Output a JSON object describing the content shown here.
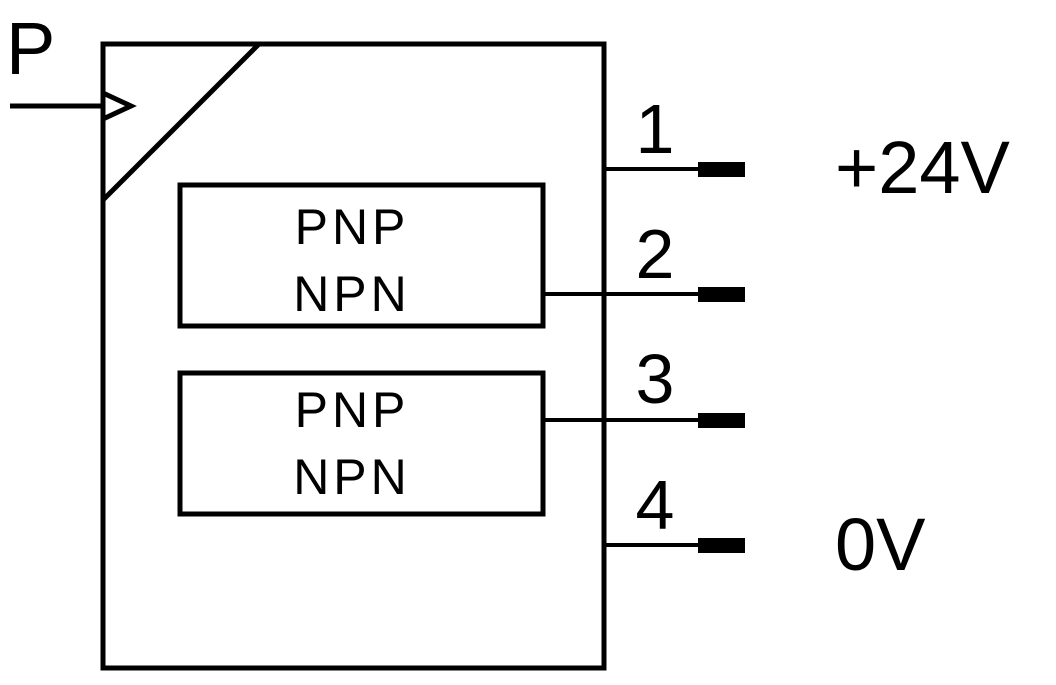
{
  "input": {
    "label": "P"
  },
  "outputs": [
    {
      "label": "PNP",
      "label2": "NPN"
    },
    {
      "label": "PNP",
      "label2": "NPN"
    }
  ],
  "pins": [
    {
      "number": "1",
      "signal": "+24V"
    },
    {
      "number": "2",
      "signal": ""
    },
    {
      "number": "3",
      "signal": ""
    },
    {
      "number": "4",
      "signal": "0V"
    }
  ],
  "colors": {
    "stroke": "#000000",
    "background": "#ffffff"
  }
}
